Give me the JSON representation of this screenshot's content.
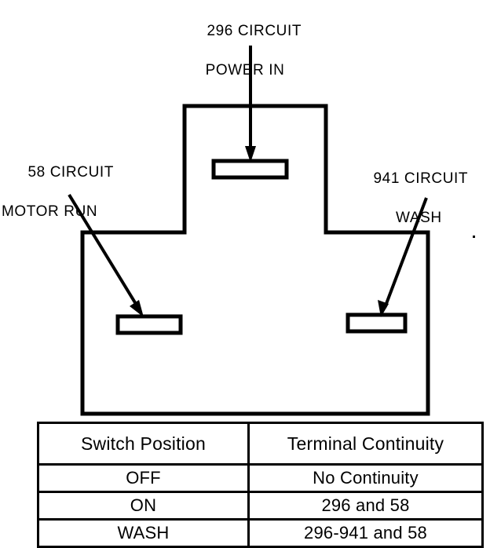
{
  "diagram": {
    "title_hidden": "Wiper Switch Connector Terminal Identification",
    "callouts": {
      "power_in": {
        "line1": "296 CIRCUIT",
        "line2": "POWER IN"
      },
      "motor_run": {
        "line1": "58 CIRCUIT",
        "line2": "MOTOR RUN"
      },
      "wash": {
        "line1": "941 CIRCUIT",
        "line2": "WASH"
      }
    },
    "terminals": [
      {
        "name": "power-in-terminal",
        "circuit": "296"
      },
      {
        "name": "motor-run-terminal",
        "circuit": "58"
      },
      {
        "name": "wash-terminal",
        "circuit": "941"
      }
    ],
    "stroke_color": "#000000",
    "background_color": "#ffffff"
  },
  "table": {
    "headers": [
      "Switch Position",
      "Terminal Continuity"
    ],
    "rows": [
      {
        "position": "OFF",
        "continuity": "No Continuity"
      },
      {
        "position": "ON",
        "continuity": "296 and 58"
      },
      {
        "position": "WASH",
        "continuity": "296-941 and 58"
      }
    ]
  }
}
